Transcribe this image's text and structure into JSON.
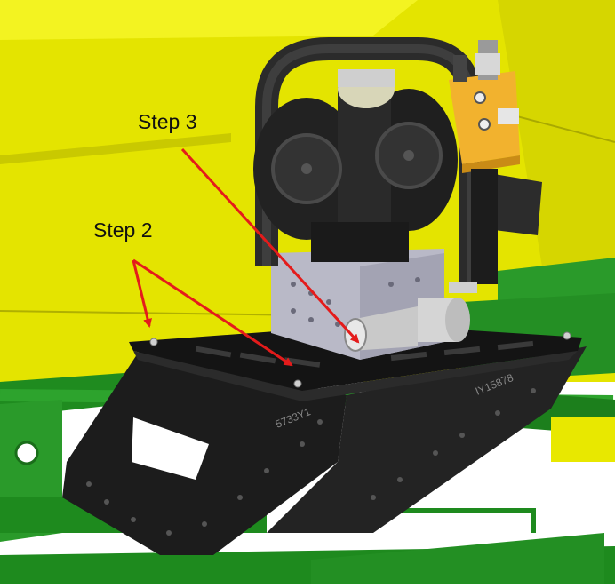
{
  "labels": {
    "step3": "Step 3",
    "step2": "Step 2"
  },
  "part_markings": {
    "bracket_left": "5733Y1",
    "bracket_right": "IY15878"
  },
  "colors": {
    "tank_yellow": "#e8e800",
    "frame_green": "#1e8a1e",
    "bracket_black": "#1c1c1c",
    "pump_black": "#262626",
    "plate_gray": "#b9b9c7",
    "valve_orange": "#f2b22e",
    "arrow_red": "#e41b1b",
    "background_white": "#ffffff"
  }
}
